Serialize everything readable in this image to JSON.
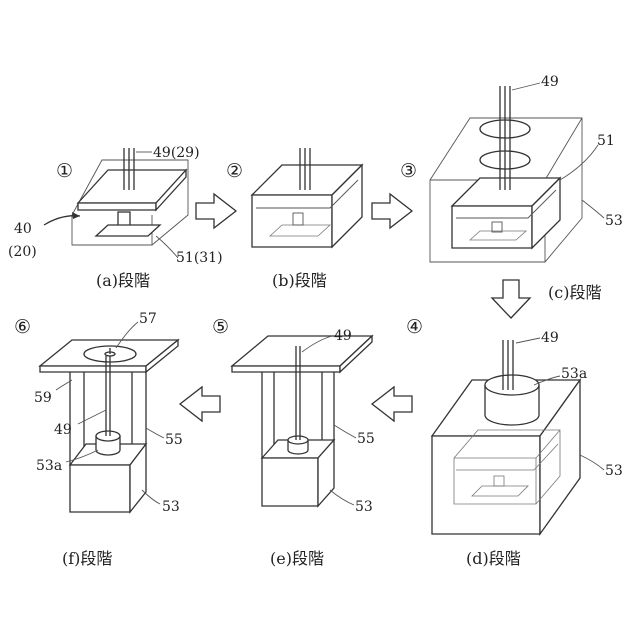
{
  "steps": {
    "a": {
      "num": "①",
      "caption": "(a)段階"
    },
    "b": {
      "num": "②",
      "caption": "(b)段階"
    },
    "c": {
      "num": "③",
      "caption": "(c)段階"
    },
    "d": {
      "num": "④",
      "caption": "(d)段階"
    },
    "e": {
      "num": "⑤",
      "caption": "(e)段階"
    },
    "f": {
      "num": "⑥",
      "caption": "(f)段階"
    }
  },
  "labels": {
    "a_49": "49(29)",
    "a_40": "40",
    "a_20": "(20)",
    "a_51": "51(31)",
    "c_49": "49",
    "c_51": "51",
    "c_53": "53",
    "d_49": "49",
    "d_53a": "53a",
    "d_53": "53",
    "e_49": "49",
    "e_55": "55",
    "e_53": "53",
    "f_57": "57",
    "f_59": "59",
    "f_49": "49",
    "f_55": "55",
    "f_53a": "53a",
    "f_53": "53"
  }
}
